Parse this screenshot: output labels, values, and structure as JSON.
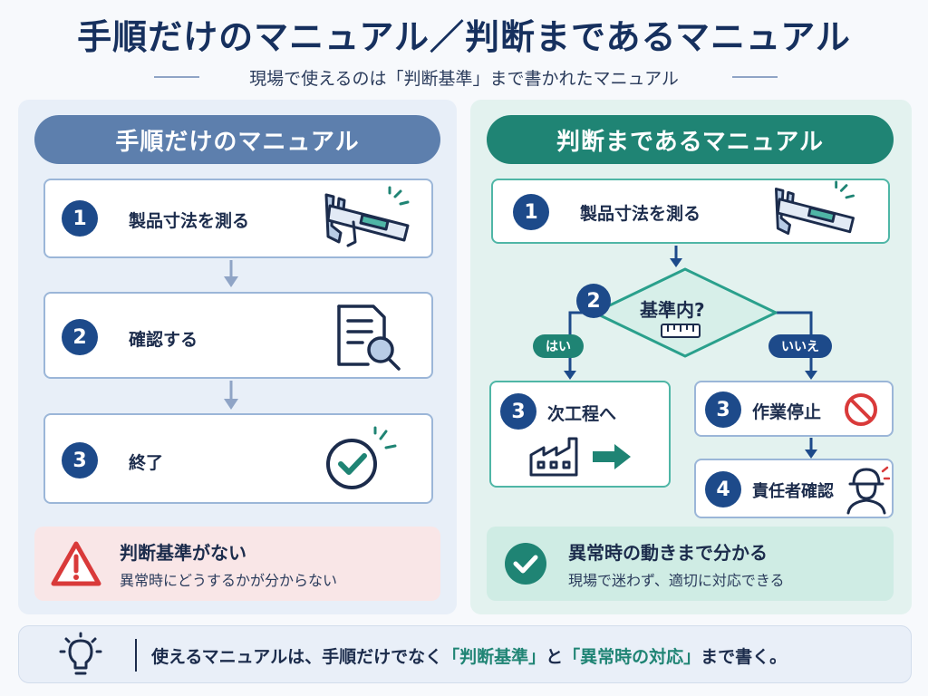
{
  "title": "手順だけのマニュアル／判断まであるマニュアル",
  "subtitle": "現場で使えるのは「判断基準」まで書かれたマニュアル",
  "left": {
    "header": "手順だけのマニュアル",
    "steps": [
      {
        "num": "1",
        "label": "製品寸法を測る",
        "icon": "caliper-icon"
      },
      {
        "num": "2",
        "label": "確認する",
        "icon": "document-search-icon"
      },
      {
        "num": "3",
        "label": "終了",
        "icon": "check-circle-icon"
      }
    ],
    "note": {
      "title": "判断基準がない",
      "sub": "異常時にどうするかが分からない",
      "icon": "warning-icon"
    }
  },
  "right": {
    "header": "判断まであるマニュアル",
    "step1": {
      "num": "1",
      "label": "製品寸法を測る",
      "icon": "caliper-icon"
    },
    "decision": {
      "num": "2",
      "label": "基準内?",
      "icon": "ruler-icon"
    },
    "yes_label": "はい",
    "no_label": "いいえ",
    "yes_step": {
      "num": "3",
      "label": "次工程へ",
      "icon": "factory-icon"
    },
    "no_step": {
      "num": "3",
      "label": "作業停止",
      "icon": "stop-icon"
    },
    "escalate_step": {
      "num": "4",
      "label": "責任者確認",
      "icon": "worker-icon"
    },
    "note": {
      "title": "異常時の動きまで分かる",
      "sub": "現場で迷わず、適切に対応できる",
      "icon": "check-icon"
    }
  },
  "footer": {
    "pre": "使えるマニュアルは、手順だけでなく",
    "hl1": "「判断基準」",
    "mid": "と",
    "hl2": "「異常時の対応」",
    "post": "まで書く。",
    "icon": "lightbulb-icon"
  },
  "colors": {
    "navy": "#16305e",
    "left_accent": "#5d7fad",
    "right_accent": "#1f8474",
    "number_bg": "#1d4a8a",
    "warning": "#d93a3a"
  }
}
